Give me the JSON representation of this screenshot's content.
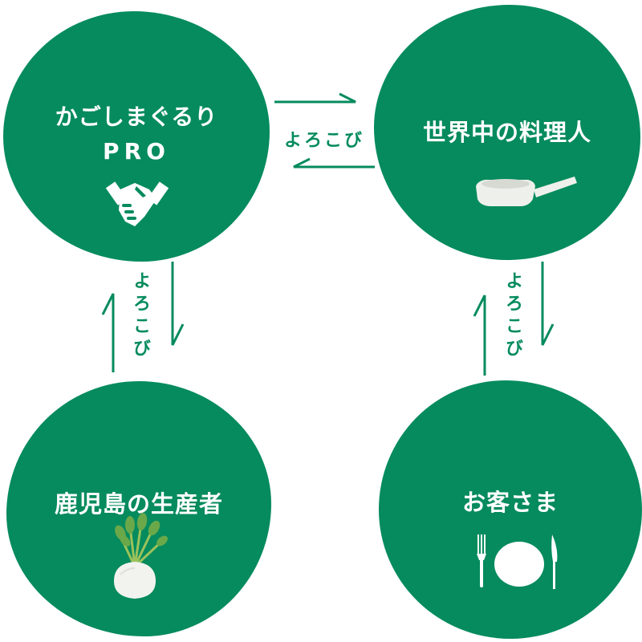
{
  "nodes": {
    "pro": {
      "line1": "かごしまぐるり",
      "line2": "PRO",
      "icon": "handshake-icon"
    },
    "chef": {
      "label": "世界中の料理人",
      "icon": "frying-pan-icon"
    },
    "producer": {
      "label": "鹿児島の生産者",
      "icon": "turnip-icon"
    },
    "guest": {
      "label": "お客さま",
      "icon": "plate-cutlery-icon"
    }
  },
  "connectors": {
    "top": "よろこび",
    "left": "よろこび",
    "right": "よろこび"
  },
  "colors": {
    "accent": "#058b5d",
    "background": "#ffffff",
    "icon": "#ffffff"
  }
}
